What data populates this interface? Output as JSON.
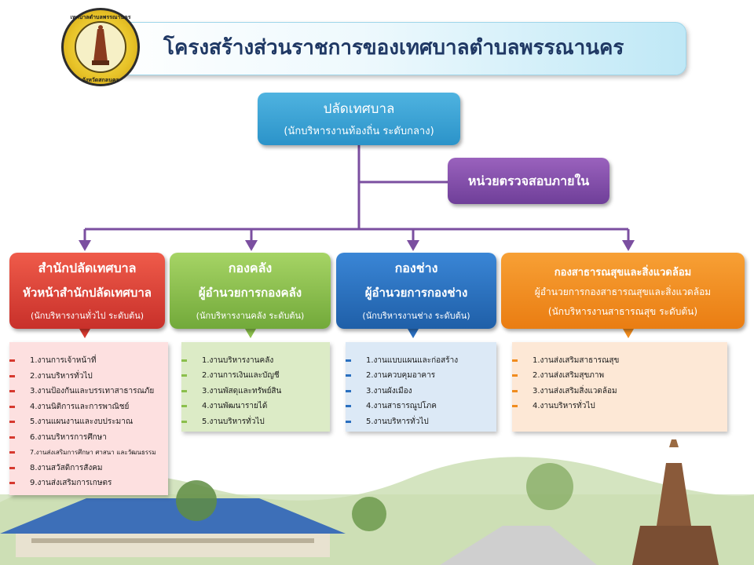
{
  "header": {
    "title": "โครงสร้างส่วนราชการของเทศบาลตำบลพรรณานคร",
    "seal_text_top": "เทศบาลตำบลพรรณานคร",
    "seal_text_bottom": "จังหวัดสกลนคร"
  },
  "top": {
    "title": "ปลัดเทศบาล",
    "subtitle": "(นักบริหารงานท้องถิ่น ระดับกลาง)"
  },
  "audit": {
    "title": "หน่วยตรวจสอบภายใน"
  },
  "departments": [
    {
      "title": "สำนักปลัดเทศบาล",
      "head": "หัวหน้าสำนักปลัดเทศบาล",
      "level": "(นักบริหารงานทั่วไป ระดับต้น)",
      "color": "#d6392f",
      "items": [
        "1.งานการเจ้าหน้าที่",
        "2.งานบริหารทั่วไป",
        "3.งานป้องกันและบรรเทาสาธารณภัย",
        "4.งานนิติการและการพาณิชย์",
        "5.งานแผนงานและงบประมาณ",
        "6.งานบริหารการศึกษา",
        "7.งานส่งเสริมการศึกษา ศาสนา และวัฒนธรรม",
        "8.งานสวัสดิการสังคม",
        "9.งานส่งเสริมการเกษตร"
      ]
    },
    {
      "title": "กองคลัง",
      "head": "ผู้อำนวยการกองคลัง",
      "level": "(นักบริหารงานคลัง ระดับต้น)",
      "color": "#8bbf4c",
      "items": [
        "1.งานบริหารงานคลัง",
        "2.งานการเงินและบัญชี",
        "3.งานพัสดุและทรัพย์สิน",
        "4.งานพัฒนารายได้",
        "5.งานบริหารทั่วไป"
      ]
    },
    {
      "title": "กองช่าง",
      "head": "ผู้อำนวยการกองช่าง",
      "level": "(นักบริหารงานช่าง ระดับต้น)",
      "color": "#2a6fbf",
      "items": [
        "1.งานแบบแผนและก่อสร้าง",
        "2.งานควบคุมอาคาร",
        "3.งานผังเมือง",
        "4.งานสาธารณูปโภค",
        "5.งานบริหารทั่วไป"
      ]
    },
    {
      "title": "กองสาธารณสุขและสิ่งแวดล้อม",
      "head": "ผู้อำนวยการกองสาธารณสุขและสิ่งแวดล้อม",
      "level": "(นักบริหารงานสาธารณสุข  ระดับต้น)",
      "color": "#f08c1e",
      "items": [
        "1.งานส่งเสริมสาธารณสุข",
        "2.งานส่งเสริมสุขภาพ",
        "3.งานส่งเสริมสิ่งแวดล้อม",
        "4.งานบริหารทั่วไป"
      ]
    }
  ],
  "colors": {
    "connector": "#7b4fa0",
    "title_text": "#1f3864"
  }
}
